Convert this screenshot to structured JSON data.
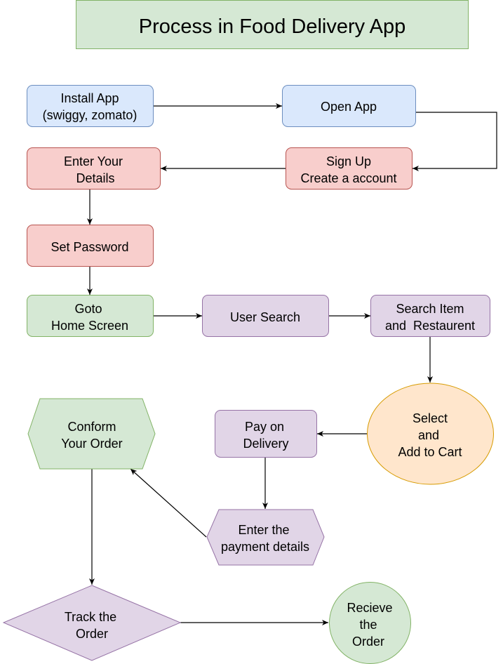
{
  "title": "Process in Food Delivery App",
  "colors": {
    "blue_fill": "#dae8fc",
    "blue_stroke": "#6c8ebf",
    "red_fill": "#f8cecc",
    "red_stroke": "#b85450",
    "green_fill": "#d5e8d4",
    "green_stroke": "#82b366",
    "purple_fill": "#e1d5e7",
    "purple_stroke": "#9673a6",
    "orange_fill": "#ffe6cc",
    "orange_stroke": "#d79b00"
  },
  "nodes": {
    "install_app": {
      "lines": [
        "Install App",
        "(swiggy, zomato)"
      ]
    },
    "open_app": {
      "lines": [
        "Open App"
      ]
    },
    "sign_up": {
      "lines": [
        "Sign Up",
        "Create a account"
      ]
    },
    "enter_details": {
      "lines": [
        "Enter Your",
        "Details"
      ]
    },
    "set_password": {
      "lines": [
        "Set Password"
      ]
    },
    "goto_home": {
      "lines": [
        "Goto",
        "Home Screen"
      ]
    },
    "user_search": {
      "lines": [
        "User Search"
      ]
    },
    "search_item": {
      "lines": [
        "Search Item",
        "and  Restaurent"
      ]
    },
    "select_add": {
      "lines": [
        "Select",
        "and",
        "Add to Cart"
      ]
    },
    "pay_on_delivery": {
      "lines": [
        "Pay on",
        "Delivery"
      ]
    },
    "payment_details": {
      "lines": [
        "Enter the",
        "payment details"
      ]
    },
    "conform_order": {
      "lines": [
        "Conform",
        "Your Order"
      ]
    },
    "track_order": {
      "lines": [
        "Track the",
        "Order"
      ]
    },
    "receive_order": {
      "lines": [
        "Recieve",
        "the",
        "Order"
      ]
    }
  }
}
